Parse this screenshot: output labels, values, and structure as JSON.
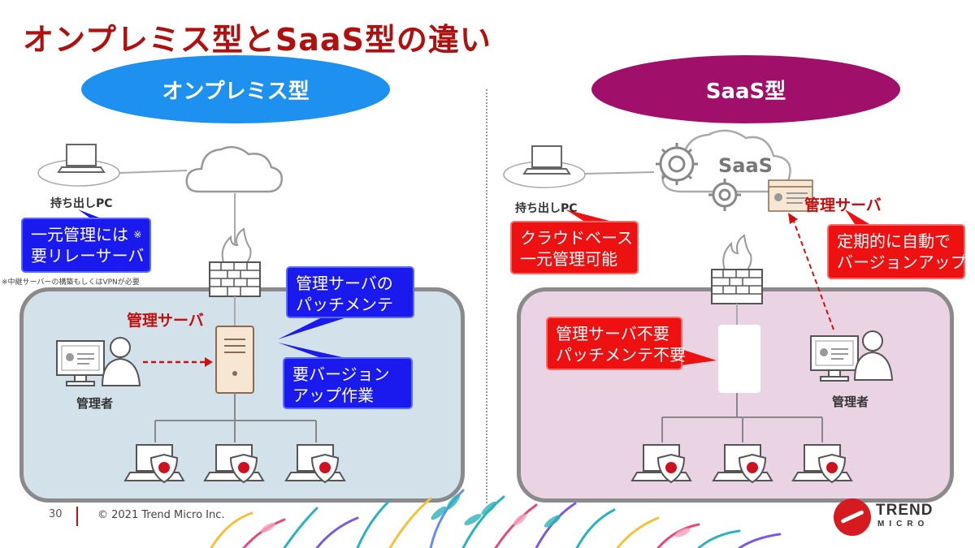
{
  "slide": {
    "title": "オンプレミス型とSaaS型の違い",
    "page_number": "30",
    "copyright": "© 2021 Trend Micro Inc.",
    "logo_text": "TREND",
    "logo_sub": "MICRO"
  },
  "onprem": {
    "header": "オンプレミス型",
    "pc_label": "持ち出しPC",
    "callout_relay_line1": "一元管理には",
    "callout_relay_mark": "※",
    "callout_relay_line2": "要リレーサーバ",
    "footnote": "※中継サーバーの構築もしくはVPNが必要",
    "server_label": "管理サーバ",
    "callout_patch_line1": "管理サーバの",
    "callout_patch_line2": "パッチメンテ",
    "callout_upgrade_line1": "要バージョン",
    "callout_upgrade_line2": "アップ作業",
    "admin_label": "管理者"
  },
  "saas": {
    "header": "SaaS型",
    "cloud_text": "SaaS",
    "pc_label": "持ち出しPC",
    "server_label": "管理サーバ",
    "callout_cloud_line1": "クラウドベース",
    "callout_cloud_line2": "一元管理可能",
    "callout_auto_line1": "定期的に自動で",
    "callout_auto_line2": "バージョンアップ",
    "callout_nomaint_line1": "管理サーバ不要",
    "callout_nomaint_line2": "パッチメンテ不要",
    "admin_label": "管理者"
  },
  "colors": {
    "title_red": "#b01010",
    "onprem_pill": "#1e90f0",
    "saas_pill": "#a0106a",
    "onprem_panel": "#d3e1ea",
    "saas_panel": "#ead3e3",
    "callout_blue": "#1a1aee",
    "callout_red": "#ee1111"
  }
}
